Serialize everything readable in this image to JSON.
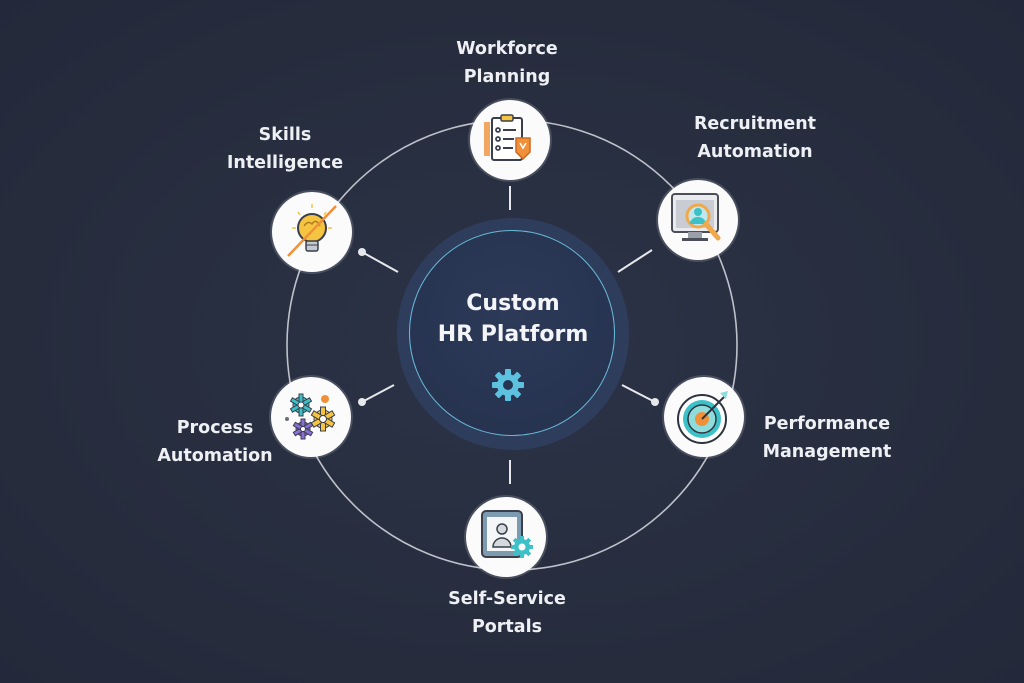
{
  "hub": {
    "title_line1": "Custom",
    "title_line2": "HR Platform",
    "icon": "gear-icon",
    "accent": "#5cc2e0"
  },
  "nodes": [
    {
      "id": "workforce-planning",
      "line1": "Workforce",
      "line2": "Planning",
      "icon": "clipboard-checklist-icon"
    },
    {
      "id": "recruitment-automation",
      "line1": "Recruitment",
      "line2": "Automation",
      "icon": "monitor-magnifier-icon"
    },
    {
      "id": "performance-management",
      "line1": "Performance",
      "line2": "Management",
      "icon": "target-arrow-icon"
    },
    {
      "id": "self-service-portals",
      "line1": "Self-Service",
      "line2": "Portals",
      "icon": "tablet-user-gear-icon"
    },
    {
      "id": "process-automation",
      "line1": "Process",
      "line2": "Automation",
      "icon": "gears-icon"
    },
    {
      "id": "skills-intelligence",
      "line1": "Skills",
      "line2": "Intelligence",
      "icon": "lightbulb-brain-icon"
    }
  ],
  "colors": {
    "background": "#272e3f",
    "ring_line": "#d8dbe2",
    "hub_border": "#67b8d8",
    "orange": "#f0913a",
    "teal": "#3cc1c8",
    "yellow": "#f5c542",
    "purple": "#8b6fd6"
  }
}
